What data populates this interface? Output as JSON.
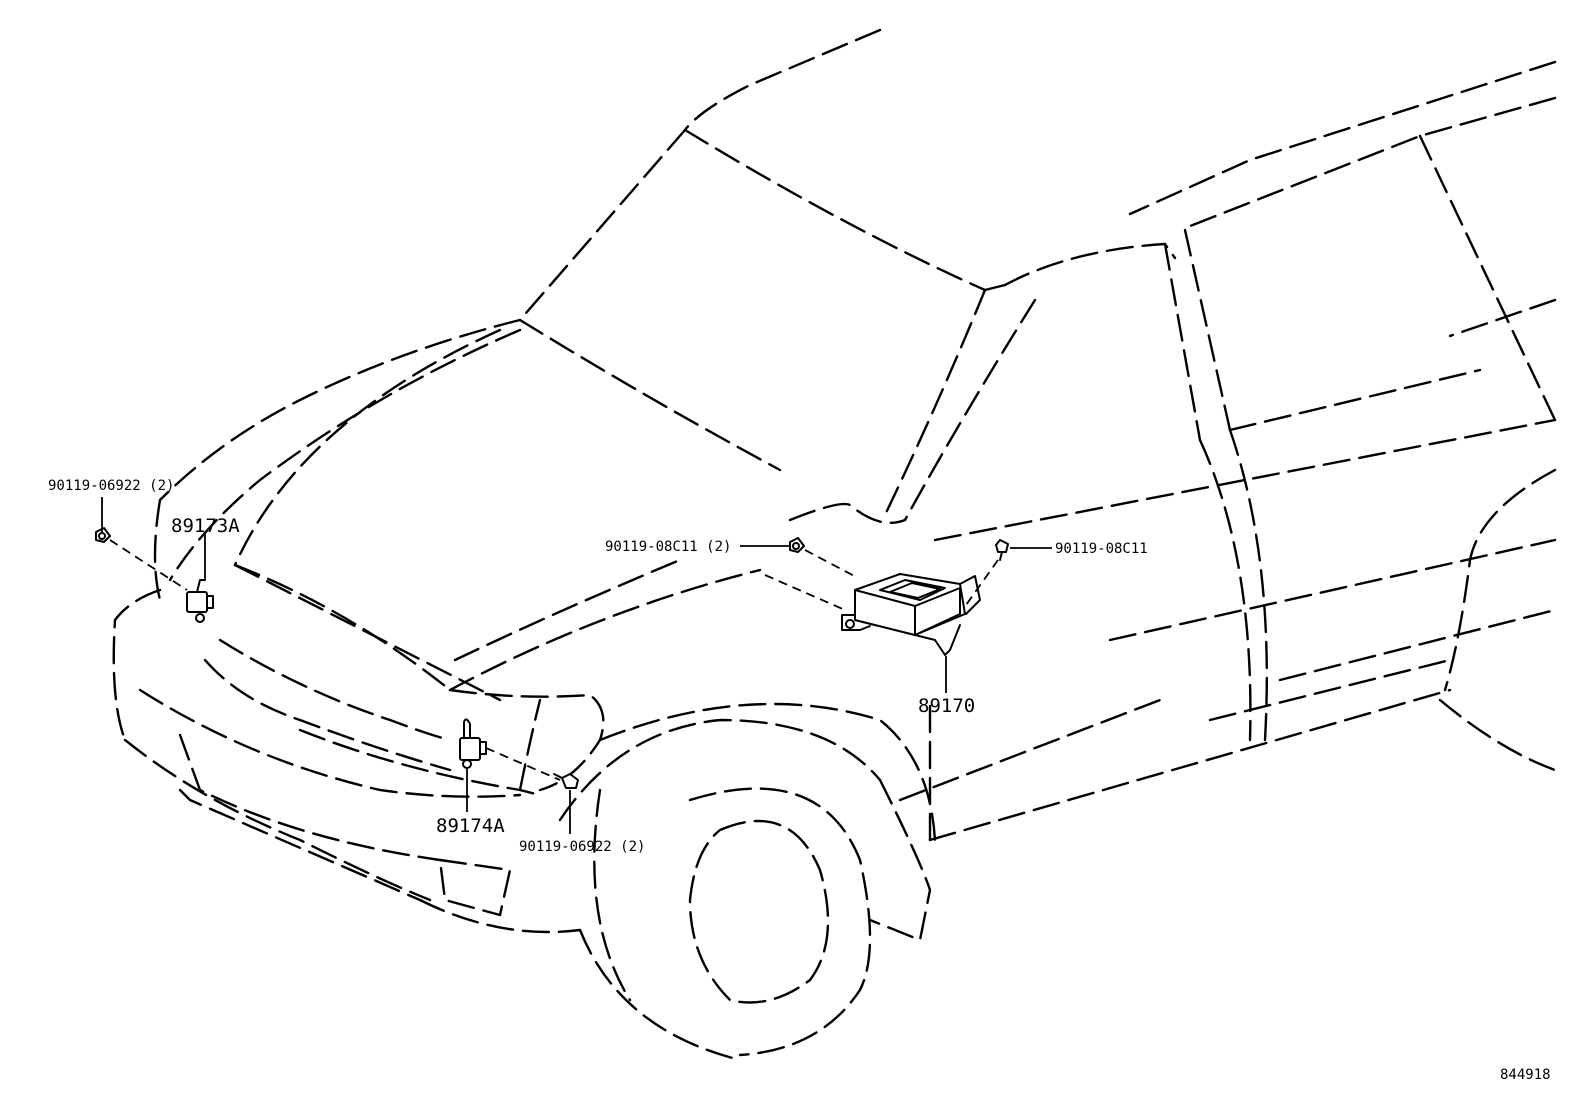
{
  "labels": {
    "bolt_left_top": "90119-06922 (2)",
    "sensor_front_left": "89173A",
    "bolt_center_left": "90119-08C11 (2)",
    "bolt_center_right": "90119-08C11",
    "ecu": "89170",
    "sensor_front_right": "89174A",
    "bolt_bottom": "90119-06922 (2)",
    "illustration_number": "844918"
  },
  "icons": {
    "front_left_sensor": "airbag-sensor-icon",
    "front_right_sensor": "airbag-sensor-icon",
    "ecu": "airbag-control-unit-icon",
    "bolts": "bolt-icon"
  }
}
